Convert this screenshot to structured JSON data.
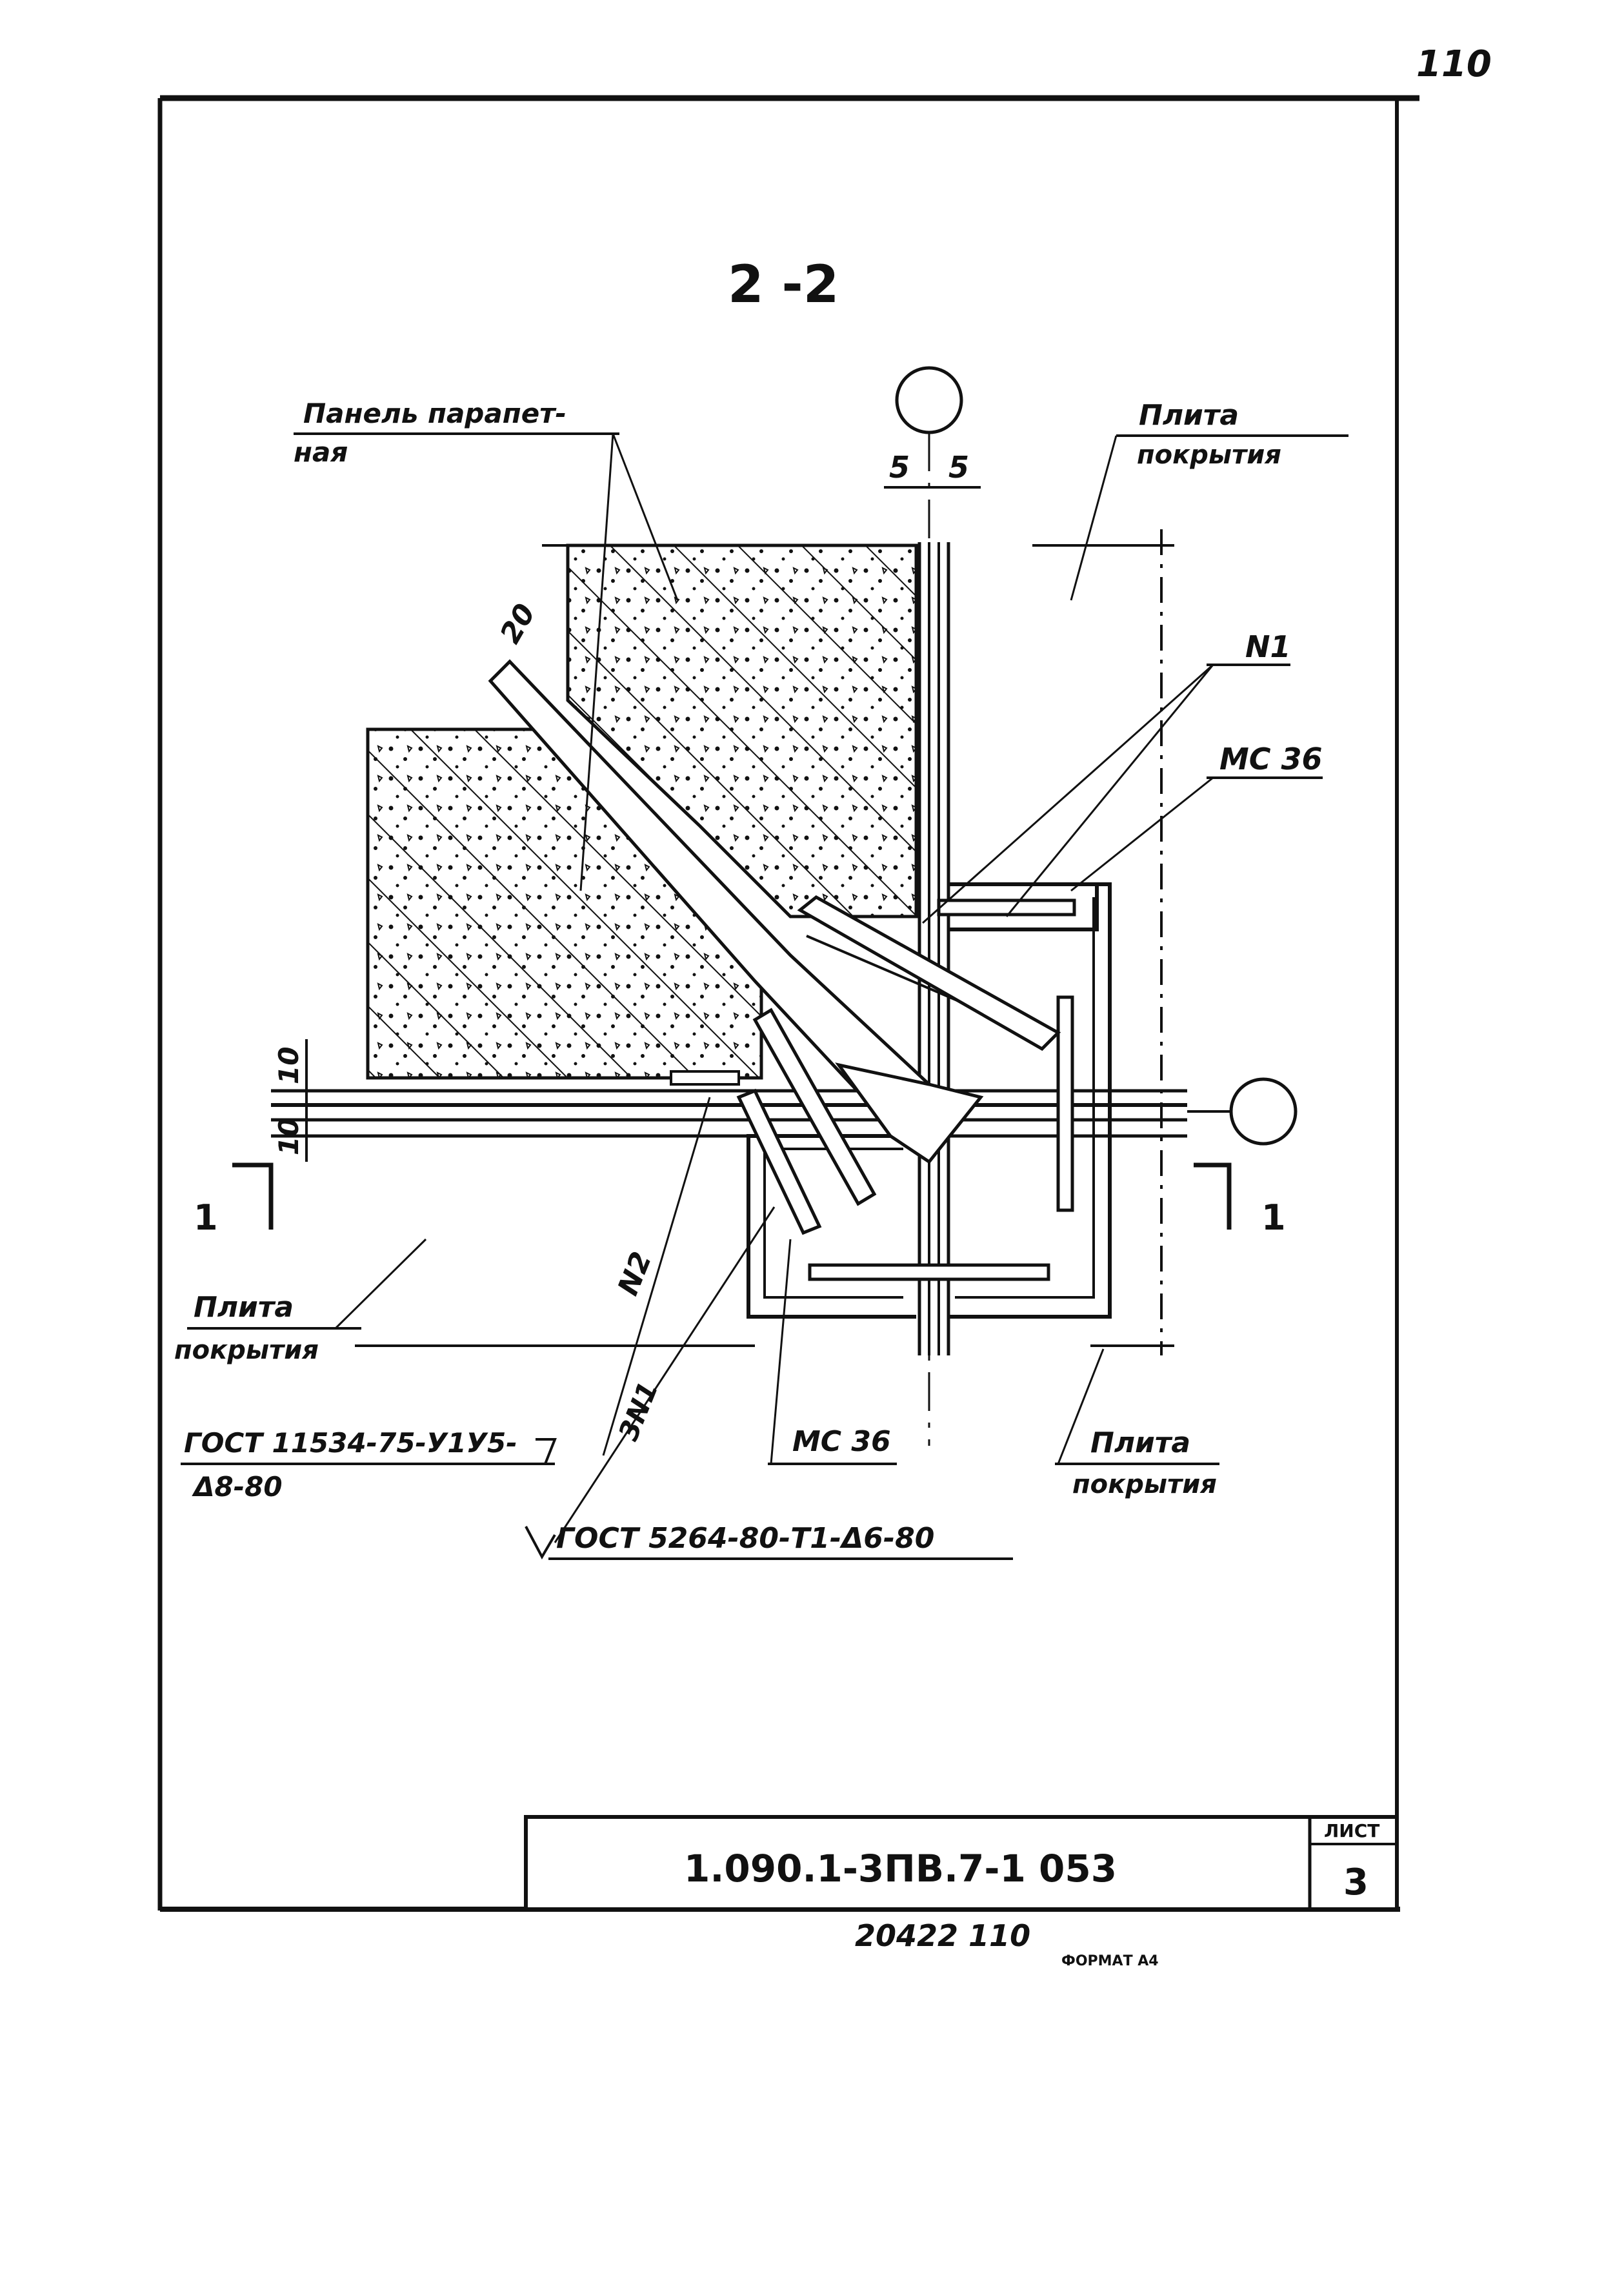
{
  "page_number": "110",
  "section_title": "2 -2",
  "axis_dims": {
    "left": "5",
    "right": "5"
  },
  "labels": {
    "parapet_panel_line1": "Панель парапет-",
    "parapet_panel_line2": "ная",
    "slab_top_right_line1": "Плита",
    "slab_top_right_line2": "покрытия",
    "slab_left_line1": "Плита",
    "slab_left_line2": "покрытия",
    "slab_bottom_right_line1": "Плита",
    "slab_bottom_right_line2": "покрытия",
    "n1": "N1",
    "mc36_upper": "МС 36",
    "mc36_lower": "МС 36",
    "n2": "N2",
    "three_n1": "3N1",
    "weld_gost_left_line1": "ГОСТ 11534-75-У1У5-",
    "weld_gost_left_line2": "Δ8-80",
    "weld_gost_bottom": "ГОСТ 5264-80-Т1-Δ6-80",
    "section_mark_left": "1",
    "section_mark_right": "1",
    "dim_20": "20",
    "dim_10_upper": "10",
    "dim_10_lower": "10"
  },
  "stamp": {
    "document_code": "1.090.1-3ПВ.7-1  053",
    "sheet_label": "ЛИСТ",
    "sheet_number": "3"
  },
  "footer": {
    "archive_number": "20422  110",
    "format": "ФОРМАТ А4"
  }
}
